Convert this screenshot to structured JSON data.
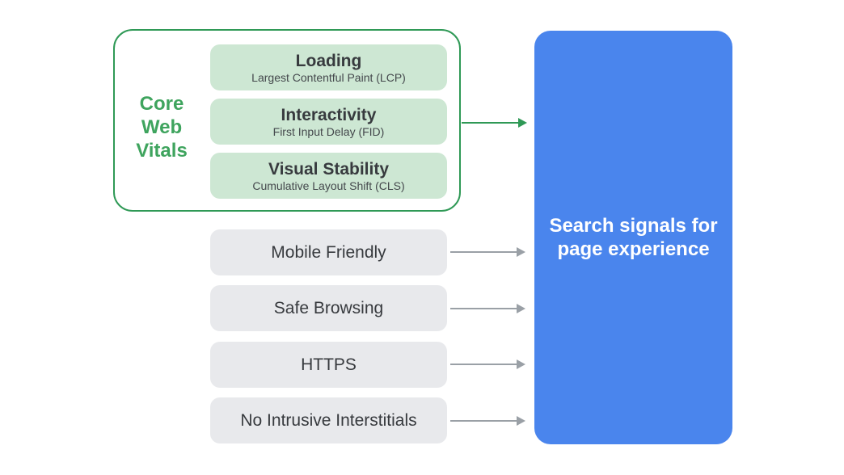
{
  "diagram": {
    "core_web_vitals": {
      "label": "Core Web Vitals",
      "items": [
        {
          "title": "Loading",
          "subtitle": "Largest Contentful Paint (LCP)"
        },
        {
          "title": "Interactivity",
          "subtitle": "First Input Delay (FID)"
        },
        {
          "title": "Visual Stability",
          "subtitle": "Cumulative Layout Shift (CLS)"
        }
      ]
    },
    "other_signals": [
      {
        "label": "Mobile Friendly"
      },
      {
        "label": "Safe Browsing"
      },
      {
        "label": "HTTPS"
      },
      {
        "label": "No Intrusive Interstitials"
      }
    ],
    "result": {
      "label": "Search signals for page experience"
    },
    "colors": {
      "green_border": "#2F9956",
      "green_label_text": "#3FA45E",
      "green_card_fill": "#CDE7D3",
      "gray_card_fill": "#E8E9EC",
      "gray_arrow": "#9AA0A6",
      "blue_fill": "#4A85ED",
      "card_title_text": "#373A3E",
      "card_subtitle_text": "#44484C",
      "result_text": "#FFFFFF"
    }
  }
}
